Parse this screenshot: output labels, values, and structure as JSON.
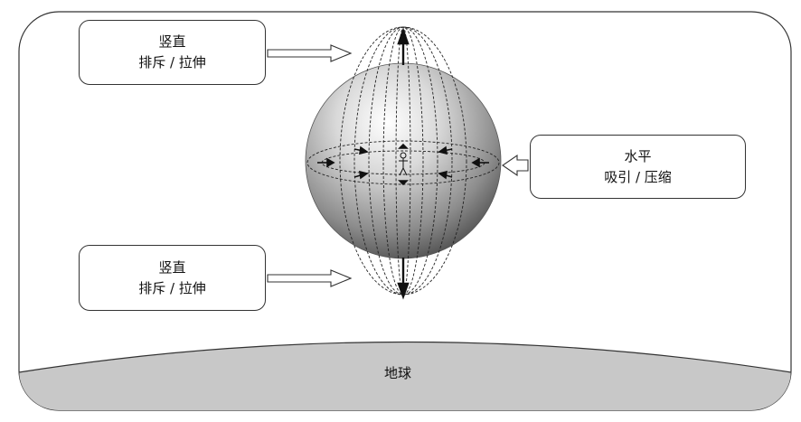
{
  "boxes": {
    "top": {
      "line1": "竖直",
      "line2": "排斥 / 拉伸"
    },
    "bottom": {
      "line1": "竖直",
      "line2": "排斥 / 拉伸"
    },
    "right": {
      "line1": "水平",
      "line2": "吸引 / 压缩"
    }
  },
  "earth": {
    "label": "地球"
  },
  "colors": {
    "outline": "#333333",
    "earth_fill": "#c8c8c8",
    "sphere_highlight": "#ffffff",
    "sphere_shadow": "#4a4a4a"
  }
}
